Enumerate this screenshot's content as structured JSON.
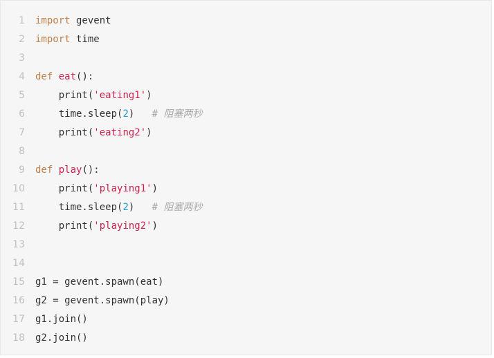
{
  "code_block": {
    "language": "python",
    "colors": {
      "background": "#f6f6f6",
      "keyword": "#c0804a",
      "function_name": "#d0224d",
      "string": "#d0224d",
      "number": "#1f9bcf",
      "comment": "#a9a9a9",
      "line_number": "#c0c0c0",
      "text": "#333333"
    },
    "lines": [
      {
        "n": "1",
        "tokens": [
          {
            "t": "kw",
            "v": "import"
          },
          {
            "t": "pl",
            "v": " gevent"
          }
        ]
      },
      {
        "n": "2",
        "tokens": [
          {
            "t": "kw",
            "v": "import"
          },
          {
            "t": "pl",
            "v": " time"
          }
        ]
      },
      {
        "n": "3",
        "tokens": []
      },
      {
        "n": "4",
        "tokens": [
          {
            "t": "kw",
            "v": "def"
          },
          {
            "t": "pl",
            "v": " "
          },
          {
            "t": "fn",
            "v": "eat"
          },
          {
            "t": "pl",
            "v": "():"
          }
        ]
      },
      {
        "n": "5",
        "tokens": [
          {
            "t": "pl",
            "v": "    print("
          },
          {
            "t": "str",
            "v": "'eating1'"
          },
          {
            "t": "pl",
            "v": ")"
          }
        ]
      },
      {
        "n": "6",
        "tokens": [
          {
            "t": "pl",
            "v": "    time.sleep("
          },
          {
            "t": "num",
            "v": "2"
          },
          {
            "t": "pl",
            "v": ")   "
          },
          {
            "t": "cm",
            "v": "# 阻塞两秒"
          }
        ]
      },
      {
        "n": "7",
        "tokens": [
          {
            "t": "pl",
            "v": "    print("
          },
          {
            "t": "str",
            "v": "'eating2'"
          },
          {
            "t": "pl",
            "v": ")"
          }
        ]
      },
      {
        "n": "8",
        "tokens": []
      },
      {
        "n": "9",
        "tokens": [
          {
            "t": "kw",
            "v": "def"
          },
          {
            "t": "pl",
            "v": " "
          },
          {
            "t": "fn",
            "v": "play"
          },
          {
            "t": "pl",
            "v": "():"
          }
        ]
      },
      {
        "n": "10",
        "tokens": [
          {
            "t": "pl",
            "v": "    print("
          },
          {
            "t": "str",
            "v": "'playing1'"
          },
          {
            "t": "pl",
            "v": ")"
          }
        ]
      },
      {
        "n": "11",
        "tokens": [
          {
            "t": "pl",
            "v": "    time.sleep("
          },
          {
            "t": "num",
            "v": "2"
          },
          {
            "t": "pl",
            "v": ")   "
          },
          {
            "t": "cm",
            "v": "# 阻塞两秒"
          }
        ]
      },
      {
        "n": "12",
        "tokens": [
          {
            "t": "pl",
            "v": "    print("
          },
          {
            "t": "str",
            "v": "'playing2'"
          },
          {
            "t": "pl",
            "v": ")"
          }
        ]
      },
      {
        "n": "13",
        "tokens": []
      },
      {
        "n": "14",
        "tokens": []
      },
      {
        "n": "15",
        "tokens": [
          {
            "t": "pl",
            "v": "g1 = gevent.spawn(eat)"
          }
        ]
      },
      {
        "n": "16",
        "tokens": [
          {
            "t": "pl",
            "v": "g2 = gevent.spawn(play)"
          }
        ]
      },
      {
        "n": "17",
        "tokens": [
          {
            "t": "pl",
            "v": "g1.join()"
          }
        ]
      },
      {
        "n": "18",
        "tokens": [
          {
            "t": "pl",
            "v": "g2.join()"
          }
        ]
      }
    ]
  }
}
